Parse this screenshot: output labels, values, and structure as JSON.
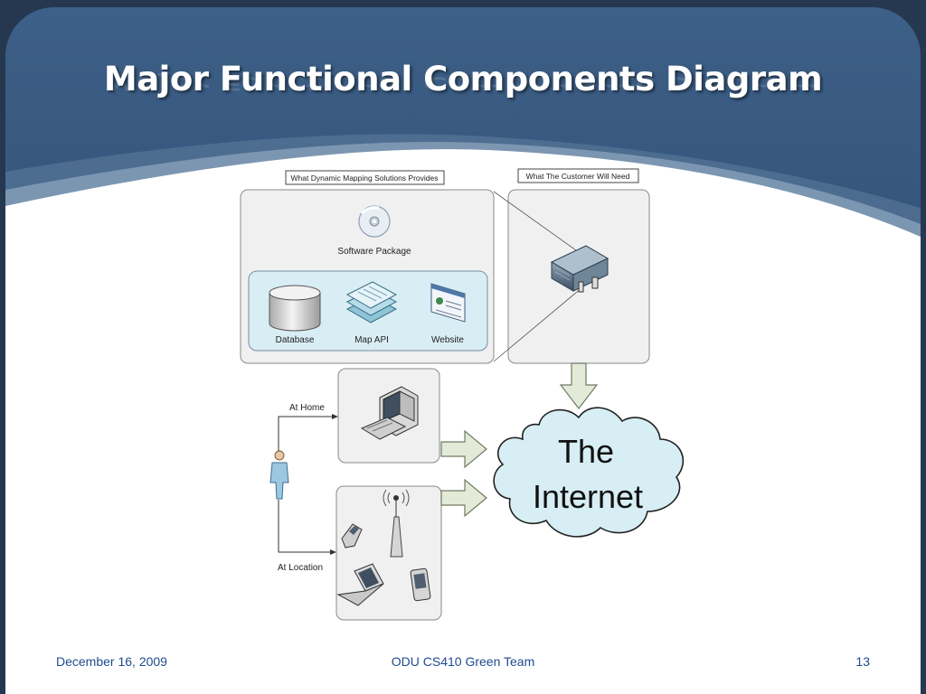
{
  "slide": {
    "title": "Major Functional Components Diagram",
    "footer": {
      "date": "December 16, 2009",
      "team": "ODU CS410 Green Team",
      "page_number": "13"
    }
  },
  "diagram": {
    "provider_label": "What Dynamic Mapping Solutions Provides",
    "customer_label": "What The Customer Will Need",
    "software_package": "Software Package",
    "components": [
      "Database",
      "Map API",
      "Website"
    ],
    "access_home": "At Home",
    "access_location": "At Location",
    "cloud_line1": "The",
    "cloud_line2": "Internet"
  },
  "colors": {
    "title": "#ffffff",
    "footer_text": "#1f4b8f",
    "header_blue": "#345679",
    "cloud_fill": "#d6eef4",
    "inner_box_fill": "#d9eef4",
    "arrow_fill": "#e4ead8"
  },
  "icons": [
    "cd-icon",
    "server-icon",
    "database-icon",
    "map-api-icon",
    "website-icon",
    "desktop-computer-icon",
    "person-icon",
    "cellphone-icon",
    "antenna-tower-icon",
    "laptop-icon",
    "pda-icon",
    "cloud-icon"
  ]
}
